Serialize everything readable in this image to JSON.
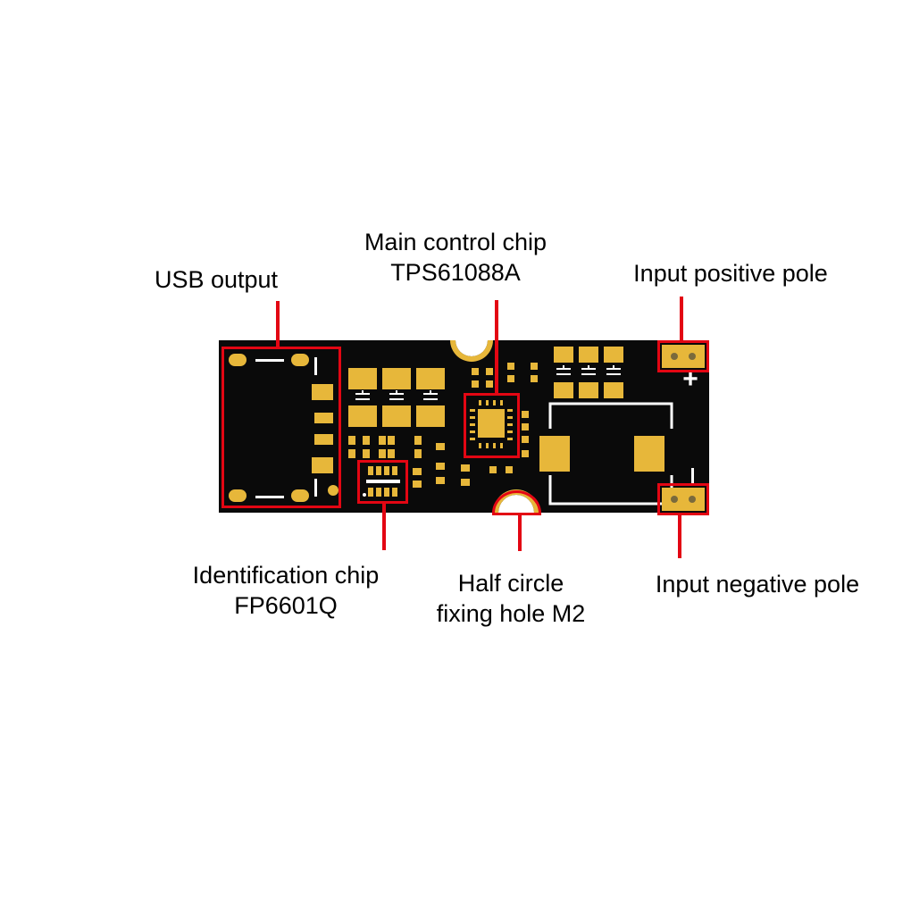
{
  "labels": {
    "usb_output": "USB output",
    "main_chip_line1": "Main control chip",
    "main_chip_line2": "TPS61088A",
    "input_positive": "Input positive pole",
    "identification_line1": "Identification chip",
    "identification_line2": "FP6601Q",
    "fixing_hole_line1": "Half circle",
    "fixing_hole_line2": "fixing hole M2",
    "input_negative": "Input negative pole"
  },
  "silkscreen": {
    "plus": "+"
  },
  "colors": {
    "board": "#0a0a0a",
    "copper": "#e7b73a",
    "highlight": "#e30613",
    "silk": "#ffffff"
  }
}
